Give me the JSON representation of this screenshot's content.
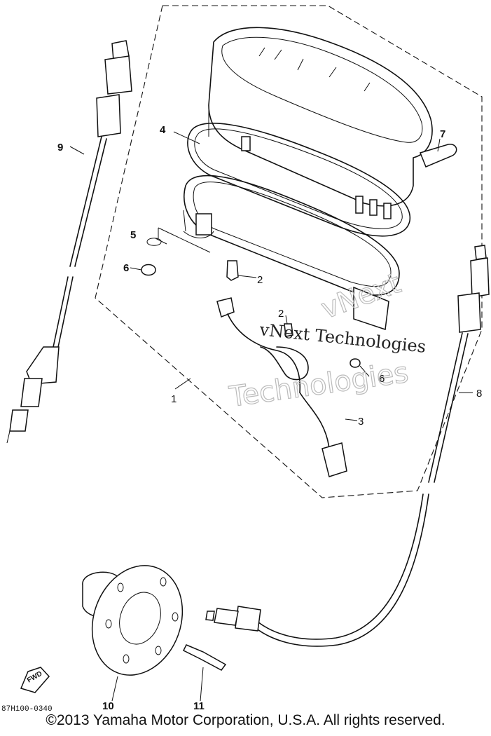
{
  "callouts": {
    "c1": "1",
    "c2a": "2",
    "c2b": "2",
    "c3": "3",
    "c4": "4",
    "c5": "5",
    "c6a": "6",
    "c6b": "6",
    "c7": "7",
    "c8": "8",
    "c9": "9",
    "c10": "10",
    "c11": "11"
  },
  "part_code": "87H100-0340",
  "fwd_label": "FWD",
  "watermark": {
    "line1": "vNext Technologies",
    "line2a": "vNext",
    "line2b": "Technologies"
  },
  "copyright": "©2013 Yamaha Motor Corporation, U.S.A. All rights reserved."
}
